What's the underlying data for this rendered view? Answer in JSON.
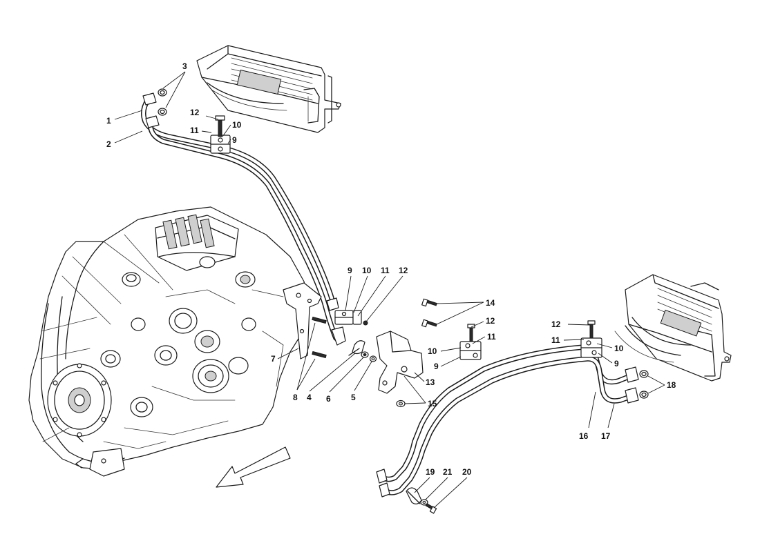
{
  "callouts": [
    {
      "id": "c1",
      "text": "1"
    },
    {
      "id": "c2",
      "text": "2"
    },
    {
      "id": "c3",
      "text": "3"
    },
    {
      "id": "c12a",
      "text": "12"
    },
    {
      "id": "c11a",
      "text": "11"
    },
    {
      "id": "c10a",
      "text": "10"
    },
    {
      "id": "c9a",
      "text": "9"
    },
    {
      "id": "c9b",
      "text": "9"
    },
    {
      "id": "c10b",
      "text": "10"
    },
    {
      "id": "c11b",
      "text": "11"
    },
    {
      "id": "c12b",
      "text": "12"
    },
    {
      "id": "c14",
      "text": "14"
    },
    {
      "id": "c12c",
      "text": "12"
    },
    {
      "id": "c11c",
      "text": "11"
    },
    {
      "id": "c10c",
      "text": "10"
    },
    {
      "id": "c9c",
      "text": "9"
    },
    {
      "id": "c12d",
      "text": "12"
    },
    {
      "id": "c11d",
      "text": "11"
    },
    {
      "id": "c10d",
      "text": "10"
    },
    {
      "id": "c9d",
      "text": "9"
    },
    {
      "id": "c18",
      "text": "18"
    },
    {
      "id": "c7",
      "text": "7"
    },
    {
      "id": "c8",
      "text": "8"
    },
    {
      "id": "c4",
      "text": "4"
    },
    {
      "id": "c6",
      "text": "6"
    },
    {
      "id": "c5",
      "text": "5"
    },
    {
      "id": "c13",
      "text": "13"
    },
    {
      "id": "c15",
      "text": "15"
    },
    {
      "id": "c16",
      "text": "16"
    },
    {
      "id": "c17",
      "text": "17"
    },
    {
      "id": "c19",
      "text": "19"
    },
    {
      "id": "c21",
      "text": "21"
    },
    {
      "id": "c20",
      "text": "20"
    }
  ]
}
